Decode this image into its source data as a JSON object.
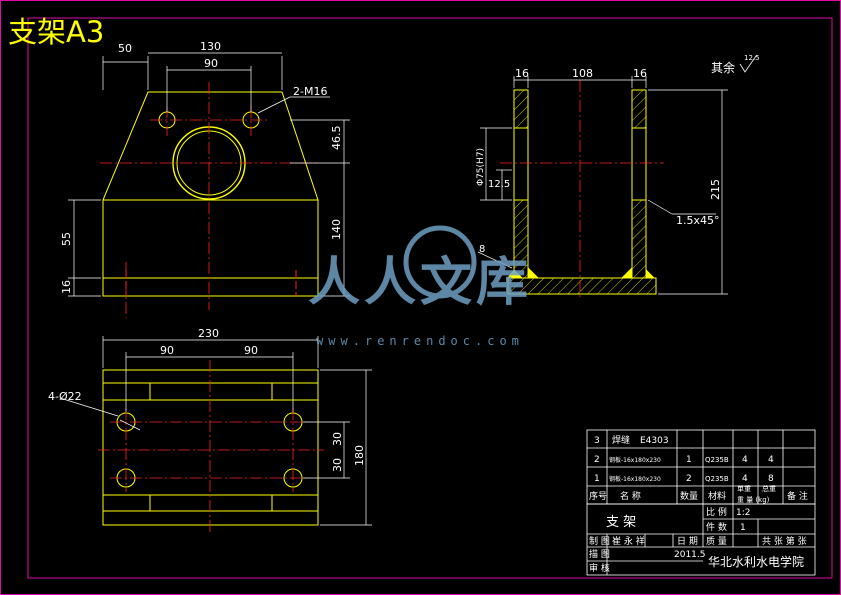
{
  "title": "支架A3",
  "colors": {
    "background": "#000000",
    "frame": "#e00aa8",
    "outline": "#ffff00",
    "center": "#ff2020",
    "dim": "#ffffff",
    "hatch": "#ffff00",
    "watermark": "#6f9fc4"
  },
  "front_view": {
    "dims": {
      "d50": "50",
      "d130": "130",
      "d90": "90",
      "d46_5": "46.5",
      "d140": "140",
      "d55": "55",
      "d16": "16"
    },
    "callout_m16": "2-M16"
  },
  "side_view": {
    "dims": {
      "d16_left": "16",
      "d108": "108",
      "d16_right": "16",
      "d215": "215",
      "d12_5": "12.5",
      "phi_hole": "Φ75(H7)",
      "d8": "8"
    },
    "chamfer": "1.5x45°",
    "roughness_note": "其余",
    "roughness_value": "12.5"
  },
  "top_view": {
    "dims": {
      "d230": "230",
      "d90_left": "90",
      "d90_right": "90",
      "d30_top": "30",
      "d30_bottom": "30",
      "d180": "180"
    },
    "callout_holes": "4-Ø22"
  },
  "watermark": {
    "text": "人人文库",
    "url": "www.renrendoc.com"
  },
  "parts_table": {
    "rows": [
      {
        "no": "3",
        "name": "焊缝",
        "spec": "E4303",
        "qty": "",
        "material": "",
        "unit": "",
        "total": "",
        "note": ""
      },
      {
        "no": "2",
        "name": "钢板-16x180x230",
        "spec": "",
        "qty": "1",
        "material": "Q235B",
        "unit": "4",
        "total": "4",
        "note": ""
      },
      {
        "no": "1",
        "name": "钢板-16x180x230",
        "spec": "",
        "qty": "2",
        "material": "Q235B",
        "unit": "4",
        "total": "8",
        "note": ""
      }
    ],
    "headers": {
      "no": "序号",
      "name": "名  称",
      "qty": "数量",
      "material": "材料",
      "unit": "单重",
      "total": "总重",
      "mass": "重 量 (kg)",
      "note": "备 注"
    }
  },
  "title_block": {
    "part_name": "支  架",
    "scale_label": "比 例",
    "scale_value": "1:2",
    "count_label": "件 数",
    "count_value": "1",
    "drawn_label": "制 图",
    "drawn_name": "崔 永 祥",
    "date_label": "日 期",
    "mass_label": "质 量",
    "sheet_label": "共 张 第 张",
    "trace_label": "描 图",
    "date_value": "2011.5",
    "check_label": "审 核",
    "school": "华北水利水电学院"
  }
}
